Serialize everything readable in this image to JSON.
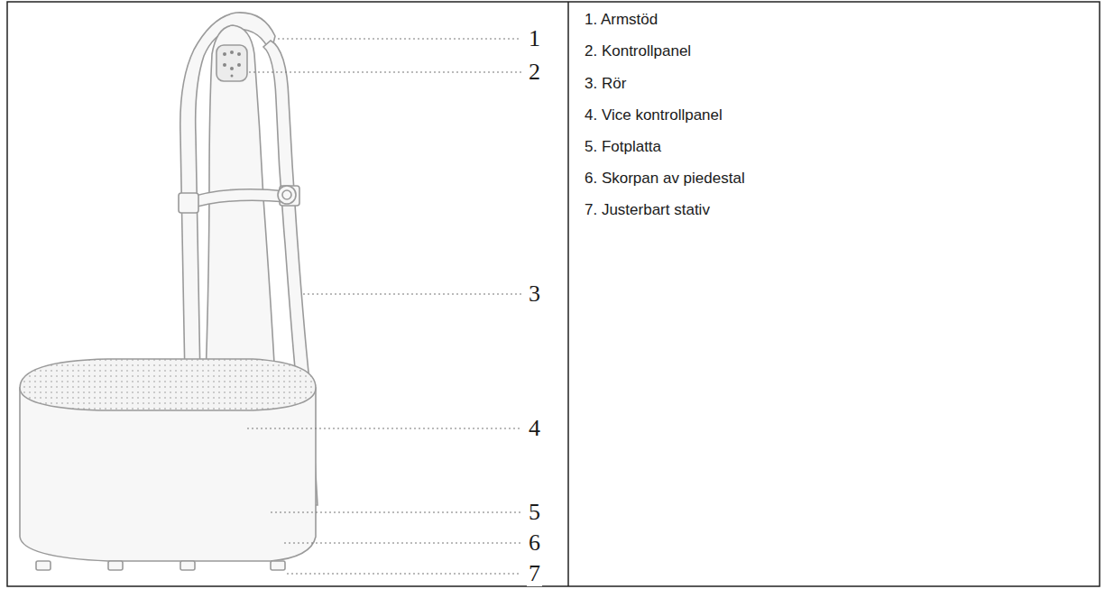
{
  "diagram": {
    "labels": [
      "1",
      "2",
      "3",
      "4",
      "5",
      "6",
      "7",
      "1. Armstöd",
      "2. Kontrollpanel",
      "3. Rör",
      "4. Vice kontrollpanel",
      "5. Fotplatta",
      "6. Skorpan av piedestal",
      "7. Justerbart stativ"
    ]
  }
}
